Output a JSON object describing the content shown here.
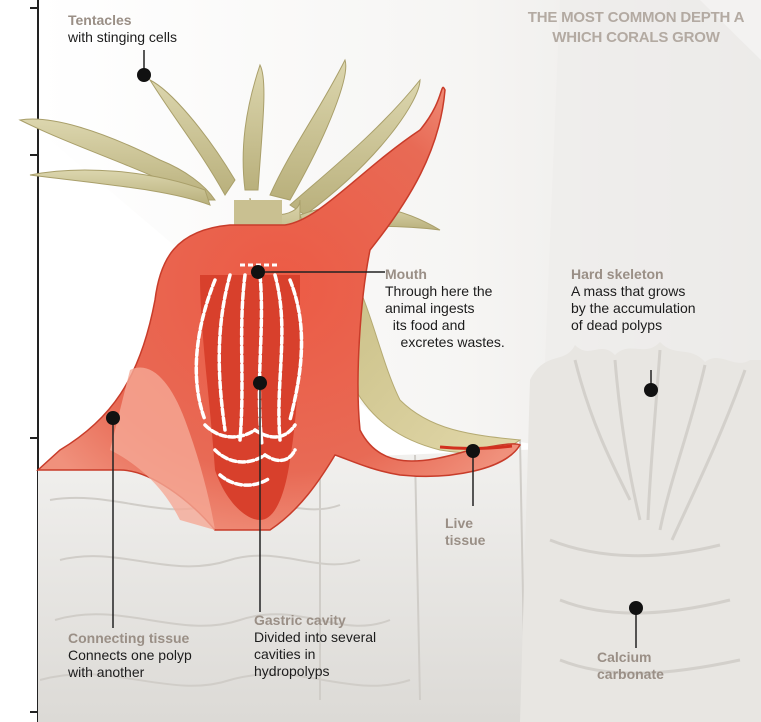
{
  "heading": {
    "line1": "THE MOST COMMON DEPTH A",
    "line2": "WHICH CORALS GROW"
  },
  "labels": {
    "tentacles": {
      "title": "Tentacles",
      "lines": [
        "with stinging cells"
      ]
    },
    "mouth": {
      "title": "Mouth",
      "lines": [
        "Through here the",
        "animal ingests",
        "  its food and",
        "    excretes wastes."
      ]
    },
    "hard_skeleton": {
      "title": "Hard skeleton",
      "lines": [
        "A mass that grows",
        "by the accumulation",
        "of dead polyps"
      ]
    },
    "live_tissue": {
      "title_lines": [
        "Live",
        "tissue"
      ]
    },
    "connecting_tissue": {
      "title": "Connecting tissue",
      "lines": [
        "Connects one polyp",
        "with another"
      ]
    },
    "gastric_cavity": {
      "title": "Gastric cavity",
      "lines": [
        "Divided into several",
        "cavities in",
        "hydropolyps"
      ]
    },
    "calcium_carbonate": {
      "title_lines": [
        "Calcium",
        "carbonate"
      ]
    }
  },
  "colors": {
    "label_title": "#9a8f86",
    "label_text": "#1c1c1c",
    "polyp_red": "#e9604c",
    "polyp_light": "#f39a84",
    "tentacle": "#cfc79a",
    "skeleton": "#e6e4e0",
    "heading": "#b3aaa2"
  }
}
